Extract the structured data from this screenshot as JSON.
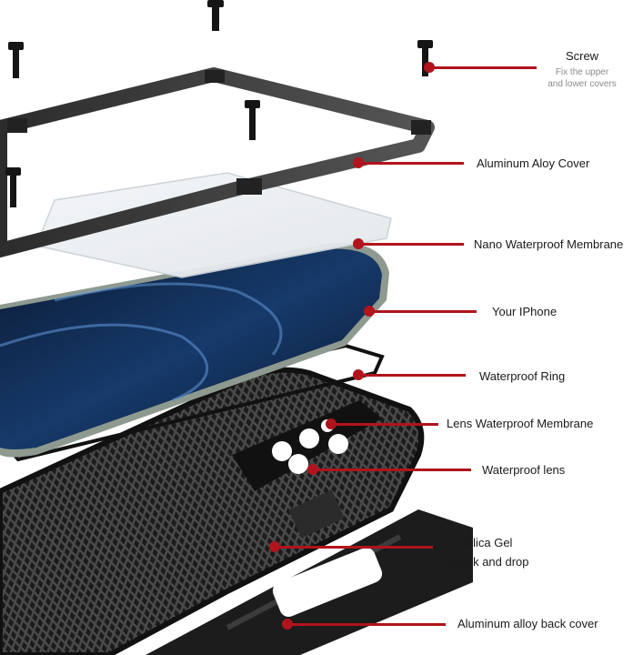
{
  "accent": "#b0141c",
  "callouts": [
    {
      "id": "screw",
      "title": "Screw",
      "sub1": "Fix the upper",
      "sub2": "and lower covers"
    },
    {
      "id": "cover",
      "title": "Aluminum Aloy Cover"
    },
    {
      "id": "membrane",
      "title": "Nano Waterproof Membrane"
    },
    {
      "id": "iphone",
      "title": "Your IPhone"
    },
    {
      "id": "ring",
      "title": "Waterproof Ring"
    },
    {
      "id": "lens-membrane",
      "title": "Lens Waterproof Membrane"
    },
    {
      "id": "lens",
      "title": "Waterproof lens"
    },
    {
      "id": "silica",
      "title": "Silica Gel",
      "sub1": "Shock and drop"
    },
    {
      "id": "back",
      "title": "Aluminum alloy back cover"
    }
  ]
}
